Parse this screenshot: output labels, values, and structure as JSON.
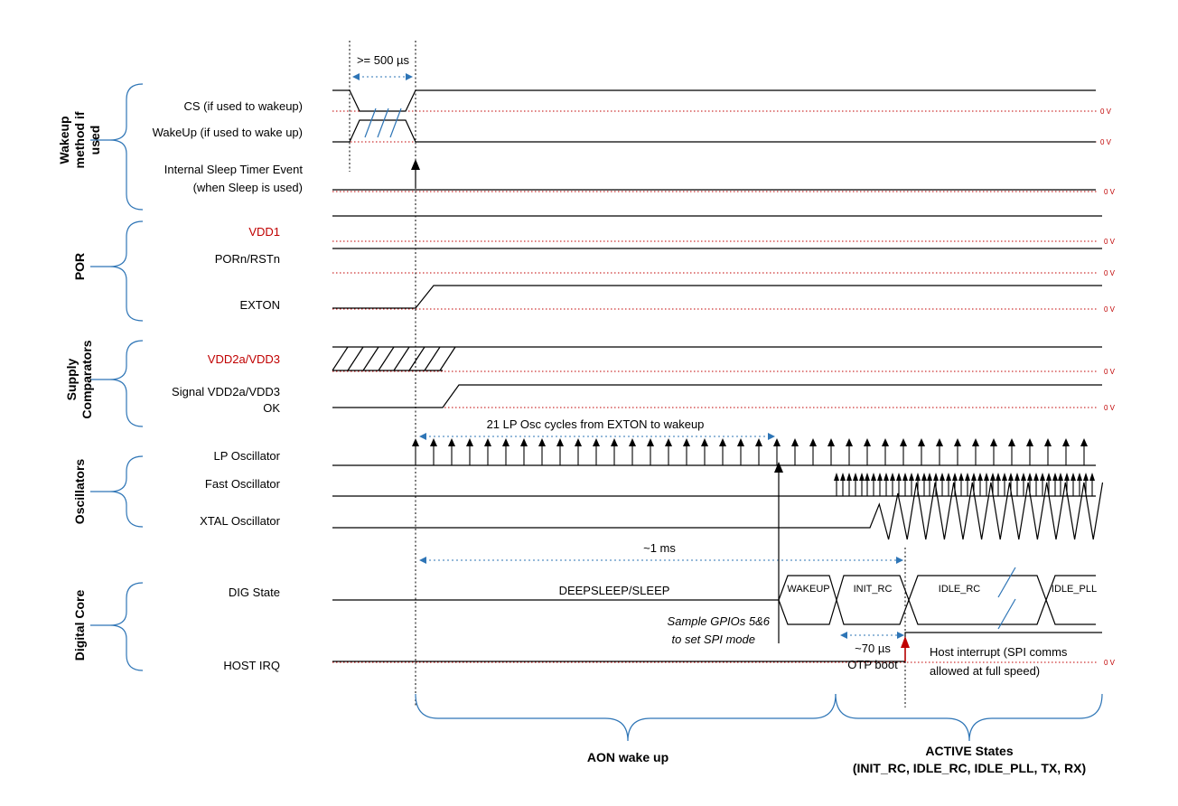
{
  "groups": {
    "wakeup_l1": "Wakeup",
    "wakeup_l2": "method if",
    "wakeup_l3": "used",
    "por": "POR",
    "supply_l1": "Supply",
    "supply_l2": "Comparators",
    "oscillators": "Oscillators",
    "digital": "Digital Core"
  },
  "signals": {
    "cs": "CS (if used to wakeup)",
    "wakeup_pin": "WakeUp (if used to wake up)",
    "sleep_timer_l1": "Internal Sleep Timer Event",
    "sleep_timer_l2": "(when Sleep is used)",
    "vdd1": "VDD1",
    "porn": "PORn/RSTn",
    "exton": "EXTON",
    "vdd2a": "VDD2a/VDD3",
    "signal_vdd_l1": "Signal VDD2a/VDD3",
    "signal_vdd_l2": "OK",
    "lp_osc": "LP Oscillator",
    "fast_osc": "Fast Oscillator",
    "xtal_osc": "XTAL Oscillator",
    "dig_state": "DIG State",
    "host_irq": "HOST IRQ"
  },
  "zero_volt": "0 V",
  "annotations": {
    "min_pulse": ">= 500 µs",
    "lp_cycles": "21 LP Osc cycles from EXTON to wakeup",
    "one_ms": "~1 ms",
    "gpio_l1": "Sample GPIOs 5&6",
    "gpio_l2": "to set SPI mode",
    "otp_l1": "~70 µs",
    "otp_l2": "OTP boot",
    "host_int_l1": "Host interrupt (SPI comms",
    "host_int_l2": "allowed at full speed)"
  },
  "states": {
    "deepsleep": "DEEPSLEEP/SLEEP",
    "wakeup": "WAKEUP",
    "init_rc": "INIT_RC",
    "idle_rc": "IDLE_RC",
    "idle_pll": "IDLE_PLL"
  },
  "phases": {
    "aon": "AON wake up",
    "active_l1": "ACTIVE States",
    "active_l2": "(INIT_RC, IDLE_RC, IDLE_PLL, TX, RX)"
  },
  "colors": {
    "signal": "#000000",
    "reference": "#c00000",
    "brace": "#2e75b6",
    "irq_arrow": "#c00000"
  }
}
